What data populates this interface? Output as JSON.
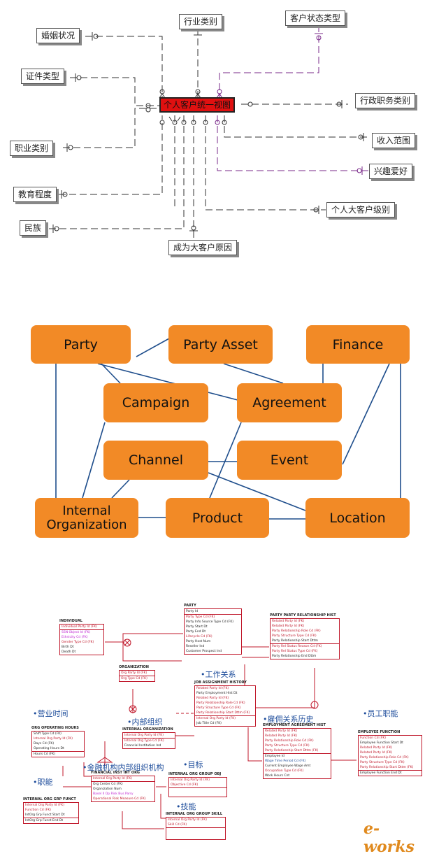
{
  "er_diagram": {
    "center": "个人客户统一视图",
    "labels": {
      "marital": "婚姻状况",
      "industry": "行业类别",
      "customer_status": "客户状态类型",
      "id_type": "证件类型",
      "admin_title": "行政职务类别",
      "occupation": "职业类别",
      "income": "收入范围",
      "hobby": "兴趣爱好",
      "education": "教育程度",
      "vip_level": "个人大客户级别",
      "ethnicity": "民族",
      "vip_reason": "成为大客户原因"
    }
  },
  "subject_areas": {
    "party": "Party",
    "party_asset": "Party Asset",
    "finance": "Finance",
    "campaign": "Campaign",
    "agreement": "Agreement",
    "channel": "Channel",
    "event": "Event",
    "internal_org": "Internal Organization",
    "product": "Product",
    "location": "Location"
  },
  "entity_model": {
    "section_labels": {
      "work": "•工作关系",
      "business_hours": "•营业时间",
      "internal_org": "•内部组织",
      "employment_history": "•雇佣关系历史",
      "job_function": "•员工职能",
      "fin_inst_org": "•金融机构内部组织机构",
      "target": "•目标",
      "duty": "•职能",
      "skill": "•技能"
    },
    "entities": {
      "individual": {
        "title": "INDIVIDUAL",
        "rows": [
          "Individual Party Id (FK)",
          "SSN Object Id (FK)",
          "Ethnicity Cd (FK)",
          "Gender Type Cd (FK)",
          "Birth Dt",
          "Death Dt"
        ]
      },
      "party": {
        "title": "PARTY",
        "keys": [
          "Party Id"
        ],
        "rows": [
          "Party Type Cd (FK)",
          "Party Info Source Type Cd (FK)",
          "Party Start Dt",
          "Party End Dt",
          "Lifecycle Cd (FK)",
          "Party Host Num",
          "Reseller Ind",
          "Customer Prospect Ind"
        ]
      },
      "party_rel": {
        "title": "PARTY PARTY RELATIONSHIP HIST",
        "rows": [
          "Related Party Id (FK)",
          "Related Party Id (FK)",
          "Party Relationship Role Cd (FK)",
          "Party Structure Type Cd (FK)",
          "Party Relationship Start Dttm",
          "Party Rel Status Reason Cd (FK)",
          "Party Rel Status Type Cd (FK)",
          "Party Relationship End Dttm"
        ]
      },
      "organization": {
        "title": "ORGANIZATION",
        "rows": [
          "Org Party Id (FK)",
          "Org Type Cd (FK)"
        ]
      },
      "job_assignment": {
        "title": "JOB ASSIGNMENT HISTORY",
        "rows": [
          "Related Party Id (FK)",
          "Party Employment Hist Dt",
          "Related Party Id (FK)",
          "Party Relationship Role Cd (FK)",
          "Party Structure Type Cd (FK)",
          "Party Relationship Start Dttm (FK)",
          "Internal Org Party Id (FK)",
          "Job Title Cd (FK)"
        ]
      },
      "internal_org": {
        "title": "INTERNAL ORGANIZATION",
        "rows": [
          "Internal Org Party Id (FK)",
          "Internal Org Type Cd (FK)",
          "Financial Institution Ind"
        ]
      },
      "op_hours": {
        "title": "ORG OPERATING HOURS",
        "rows": [
          "Shift Type Cd (FK)",
          "Internal Org Party Id (FK)",
          "Days Cd (FK)",
          "Operating Hours Dt",
          "Hours Cd (FK)"
        ]
      },
      "employment_hist": {
        "title": "EMPLOYMENT AGREEMENT HIST",
        "rows": [
          "Related Party Id (FK)",
          "Related Party Id (FK)",
          "Party Relationship Role Cd (FK)",
          "Party Structure Type Cd (FK)",
          "Party Relationship Start Dttm (FK)",
          "Employee Id",
          "Wage Time Period Cd (FK)",
          "Current Employee Wage Amt",
          "Occupation Type Cd (FK)",
          "Work Hours Cnt"
        ]
      },
      "employee_function": {
        "title": "EMPLOYEE FUNCTION",
        "rows": [
          "Function Cd (FK)",
          "Employee Function Start Dt",
          "Related Party Id (FK)",
          "Related Party Id (FK)",
          "Party Relationship Role Cd (FK)",
          "Party Structure Type Cd (FK)",
          "Party Relationship Start Dttm (FK)",
          "Employee Function End Dt"
        ]
      },
      "fin_inst_org": {
        "title": "FINANCIAL INST INT ORG",
        "rows": [
          "Internal Org Party Id (FK)",
          "Org Center Cd (FK)",
          "Organization Num",
          "Basel II Op Risk Bus Parry",
          "Operational Risk Measure Cd (FK)"
        ]
      },
      "org_group_obj": {
        "title": "INTERNAL ORG GROUP OBJ",
        "rows": [
          "Internal Org Party Id (FK)",
          "Objective Cd (FK)"
        ]
      },
      "org_grp_funct": {
        "title": "INTERNAL ORG GRP FUNCT",
        "rows": [
          "Internal Org Party Id (FK)",
          "Function Cd (FK)",
          "IntOrg Grp Funct Start Dt",
          "IntOrg Grp Funct End Dt"
        ]
      },
      "org_group_skill": {
        "title": "INTERNAL ORG GROUP SKILL",
        "rows": [
          "Internal Org Party Id (FK)",
          "Skill Cd (FK)"
        ]
      }
    },
    "logo": "e-works"
  }
}
